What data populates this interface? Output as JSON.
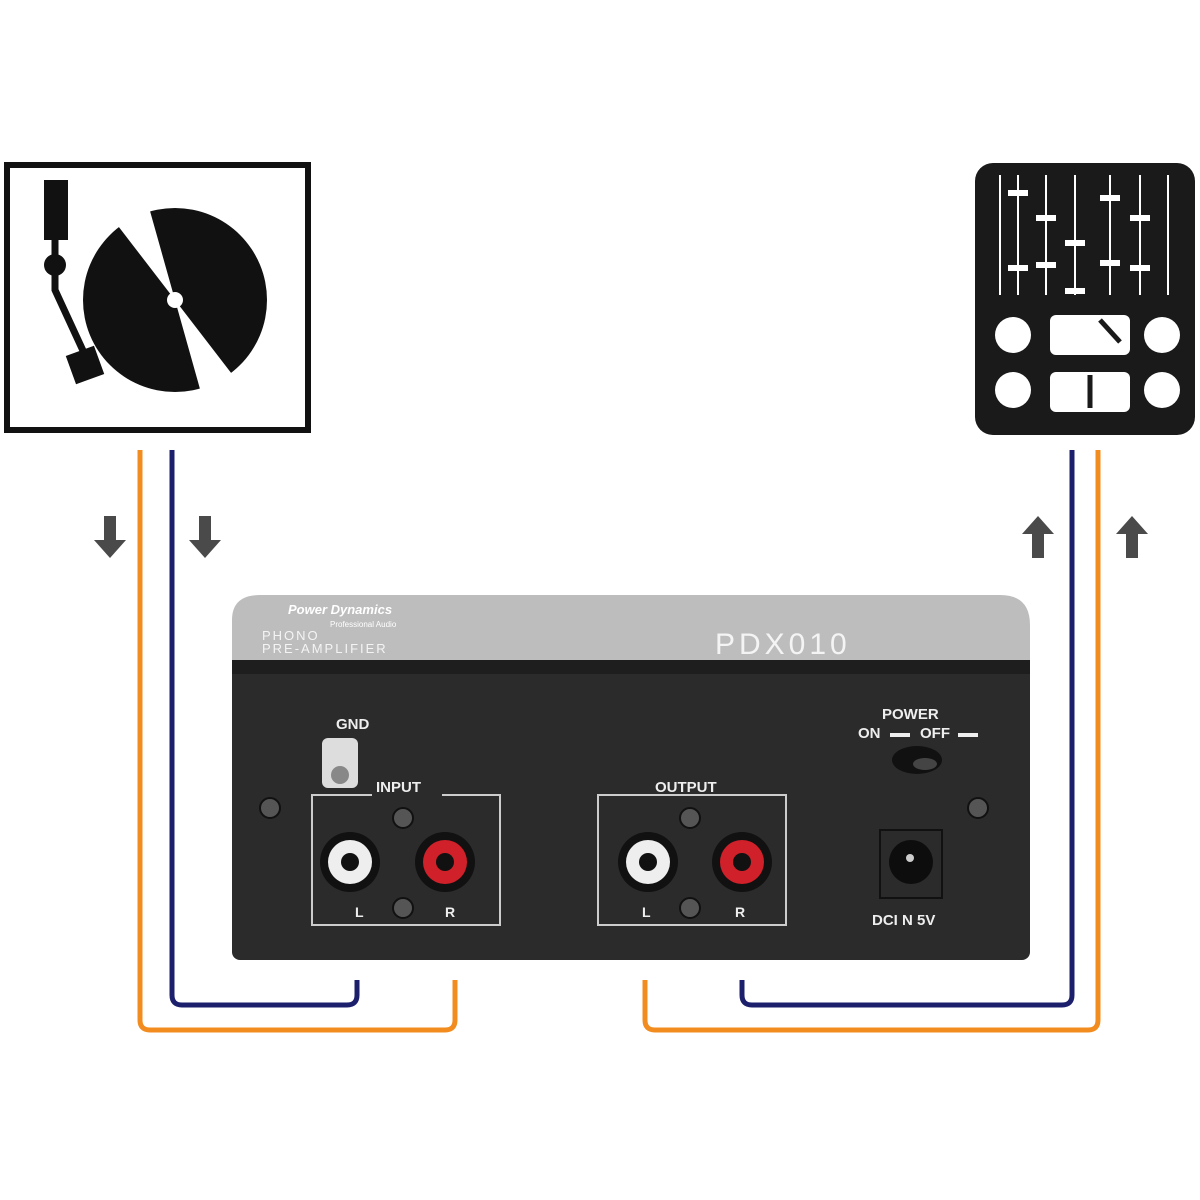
{
  "device": {
    "brand": "Power Dynamics",
    "brand_sub": "Professional Audio",
    "product_line1": "PHONO",
    "product_line2": "PRE-AMPLIFIER",
    "model": "PDX010",
    "gnd_label": "GND",
    "input_label": "INPUT",
    "output_label": "OUTPUT",
    "left_label": "L",
    "right_label": "R",
    "power_label": "POWER",
    "on_label": "ON",
    "off_label": "OFF",
    "dc_label": "DCI N 5V"
  },
  "colors": {
    "left_cable": "#f28c1e",
    "right_cable": "#1c1f6b",
    "arrow": "#4a4a4a",
    "device_body": "#2b2b2b",
    "jack_left": "#f2f2f2",
    "jack_right": "#d0202a"
  },
  "icons": {
    "source": "turntable-icon",
    "destination": "mixer-icon",
    "flow_in": "arrow-down-icon",
    "flow_out": "arrow-up-icon"
  }
}
